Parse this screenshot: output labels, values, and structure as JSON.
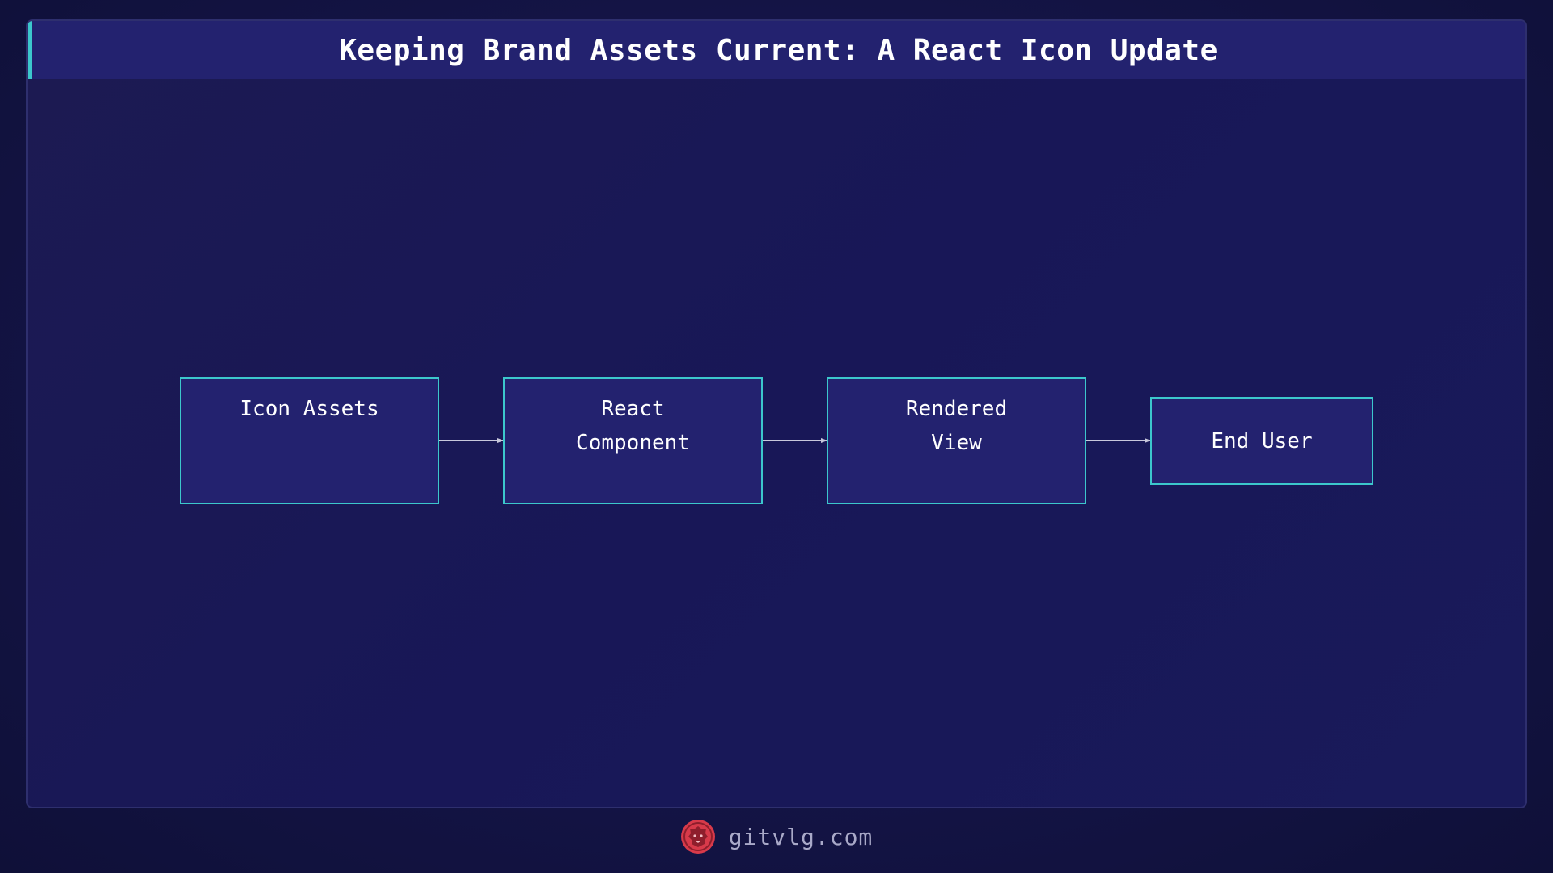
{
  "title": "Keeping Brand Assets Current: A React Icon Update",
  "diagram": {
    "type": "flowchart",
    "direction": "left-to-right",
    "nodes": [
      {
        "id": "icon_assets",
        "label": "Icon Assets"
      },
      {
        "id": "react_component",
        "label": "React\nComponent"
      },
      {
        "id": "rendered_view",
        "label": "Rendered\nView"
      },
      {
        "id": "end_user",
        "label": "End User"
      }
    ],
    "edges": [
      {
        "from": "icon_assets",
        "to": "react_component"
      },
      {
        "from": "react_component",
        "to": "rendered_view"
      },
      {
        "from": "rendered_view",
        "to": "end_user"
      }
    ]
  },
  "footer": {
    "logo_icon": "lion-logo-icon",
    "text": "gitvlg.com"
  },
  "colors": {
    "node_border": "#3cc7cc",
    "node_fill": "#23226f",
    "title_bar": "#23226f",
    "arrow": "#c8c8dc",
    "logo": "#d83a4a"
  }
}
